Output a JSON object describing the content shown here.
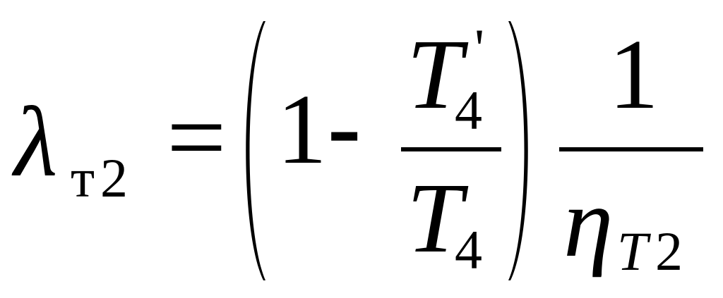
{
  "formula": {
    "lhs": {
      "symbol": "λ",
      "subscript_letter": "т",
      "subscript_number": "2"
    },
    "equals": "=",
    "left_paren": "(",
    "right_paren": ")",
    "one": "1",
    "minus": "-",
    "inner_fraction": {
      "numerator_symbol": "T",
      "numerator_subscript": "4",
      "numerator_prime": "'",
      "denominator_symbol": "T",
      "denominator_subscript": "4"
    },
    "outer_fraction": {
      "numerator": "1",
      "denominator_symbol": "η",
      "denominator_subscript_letter": "T",
      "denominator_subscript_number": "2"
    }
  }
}
